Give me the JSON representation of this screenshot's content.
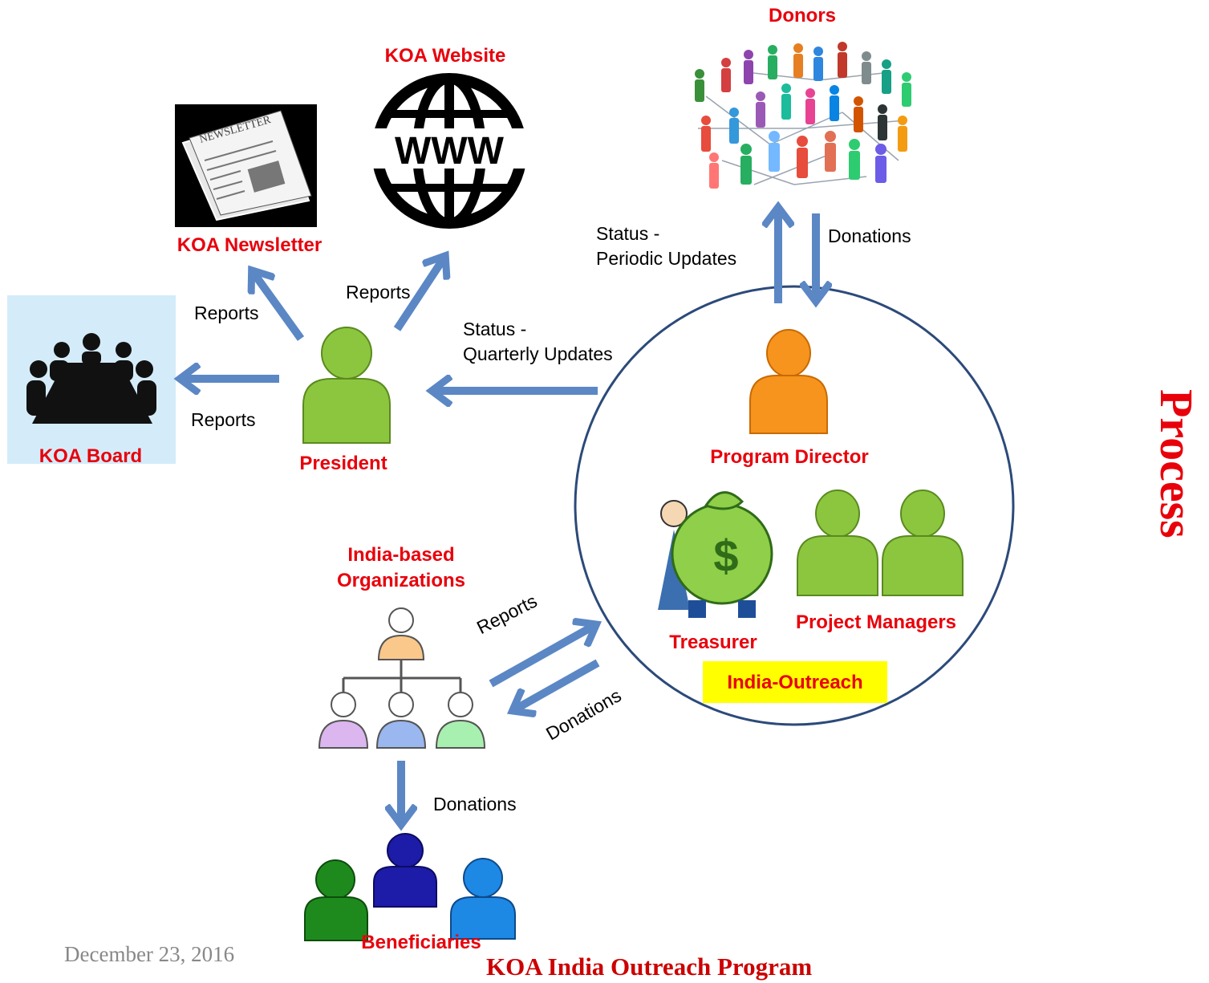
{
  "nodes": {
    "donors": "Donors",
    "website": "KOA Website",
    "newsletter": "KOA Newsletter",
    "newsletter_masthead": "NEWSLETTER",
    "board": "KOA Board",
    "president": "President",
    "program_director": "Program Director",
    "treasurer": "Treasurer",
    "project_managers": "Project Managers",
    "india_outreach": "India-Outreach",
    "india_orgs_line1": "India-based",
    "india_orgs_line2": "Organizations",
    "beneficiaries": "Beneficiaries"
  },
  "edges": {
    "status_periodic_line1": "Status -",
    "status_periodic_line2": "Periodic Updates",
    "donations_from_donors": "Donations",
    "status_quarterly_line1": "Status -",
    "status_quarterly_line2": "Quarterly Updates",
    "reports_newsletter": "Reports",
    "reports_website": "Reports",
    "reports_board": "Reports",
    "reports_orgs": "Reports",
    "donations_to_orgs": "Donations",
    "donations_to_beneficiaries": "Donations"
  },
  "www_glyph": "WWW",
  "dollar_glyph": "$",
  "footer": {
    "date": "December 23, 2016",
    "program": "KOA India Outreach Program"
  },
  "side_title": "Process",
  "colors": {
    "arrow": "#5b87c5",
    "label_red": "#e8000b",
    "president_green": "#8cc63f",
    "director_orange": "#f7941d",
    "highlight_yellow": "#ffff00",
    "board_bg": "#d4ecfa",
    "circle_stroke": "#2c4a7a"
  }
}
